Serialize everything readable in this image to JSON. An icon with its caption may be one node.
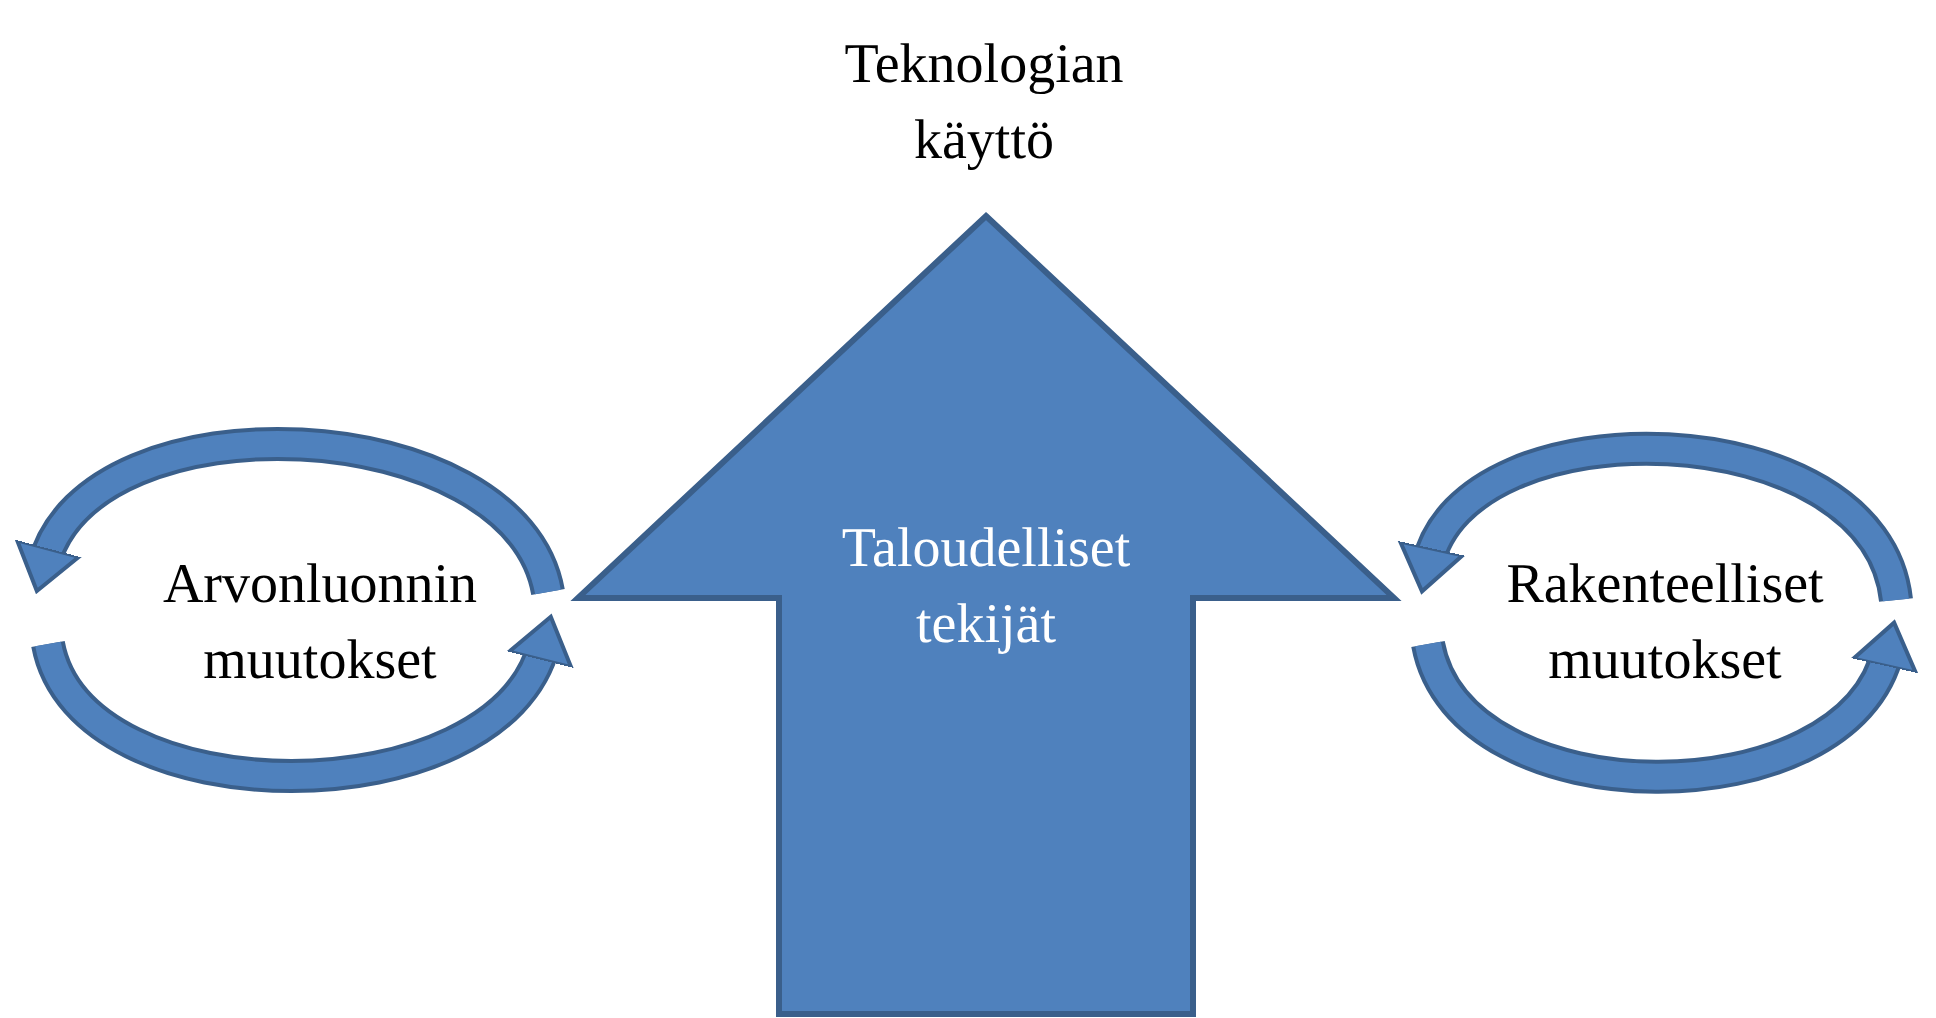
{
  "diagram": {
    "nodes": [
      {
        "text": [
          "Teknologian käyttö"
        ]
      },
      {
        "text": [
          "Arvonluonnin muutokset"
        ]
      },
      {
        "text": [
          "Taloudelliset tekijät"
        ]
      },
      {
        "text": [
          "Rakenteelliset muutokset"
        ]
      }
    ]
  }
}
